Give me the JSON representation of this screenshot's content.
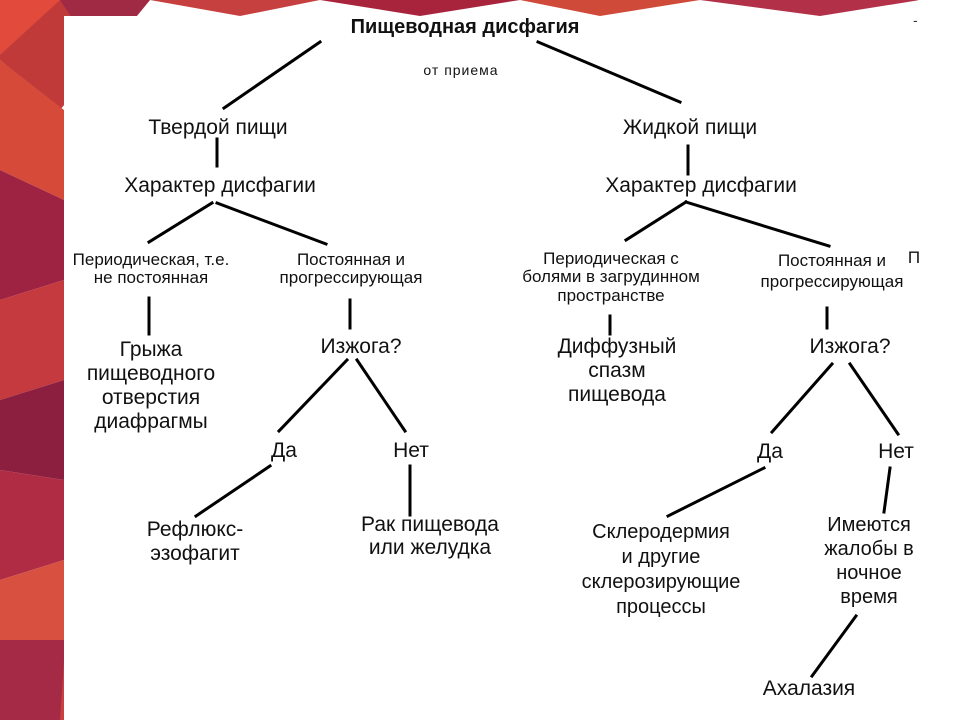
{
  "colors": {
    "dark_red": "#8b1e3f",
    "red": "#c0392b",
    "orange_red": "#e2503a",
    "line": "#000000"
  },
  "diagram": {
    "title": "Пищеводная дисфагия",
    "subtitle": "от приема",
    "solid": {
      "label": "Твердой пищи",
      "character": "Характер дисфагии",
      "periodic": "Периодическая, т.е.\nне постоянная",
      "periodic_result": "Грыжа\nпищеводного\nотверстия\nдиафрагмы",
      "constant": "Постоянная и\nпрогрессирующая",
      "heartburn": "Изжога?",
      "yes": "Да",
      "no": "Нет",
      "yes_result": "Рефлюкс-\nэзофагит",
      "no_result": "Рак пищевода\nили желудка"
    },
    "liquid": {
      "label": "Жидкой пищи",
      "character": "Характер дисфагии",
      "periodic": "Периодическая с\nболями в загрудинном\nпространстве",
      "periodic_result": "Диффузный\nспазм\nпищевода",
      "constant": "Постоянная и",
      "constant_line2": "прогрессирующая",
      "heartburn": "Изжога?",
      "yes": "Да",
      "no": "Нет",
      "yes_result": "Склеродермия\nи другие\nсклерозирующие\nпроцессы",
      "no_result": "Имеются\nжалобы в\nночное\nвремя",
      "final": "Ахалазия"
    },
    "edge_marks": {
      "right_char": "П",
      "corner_mark": "-"
    }
  }
}
